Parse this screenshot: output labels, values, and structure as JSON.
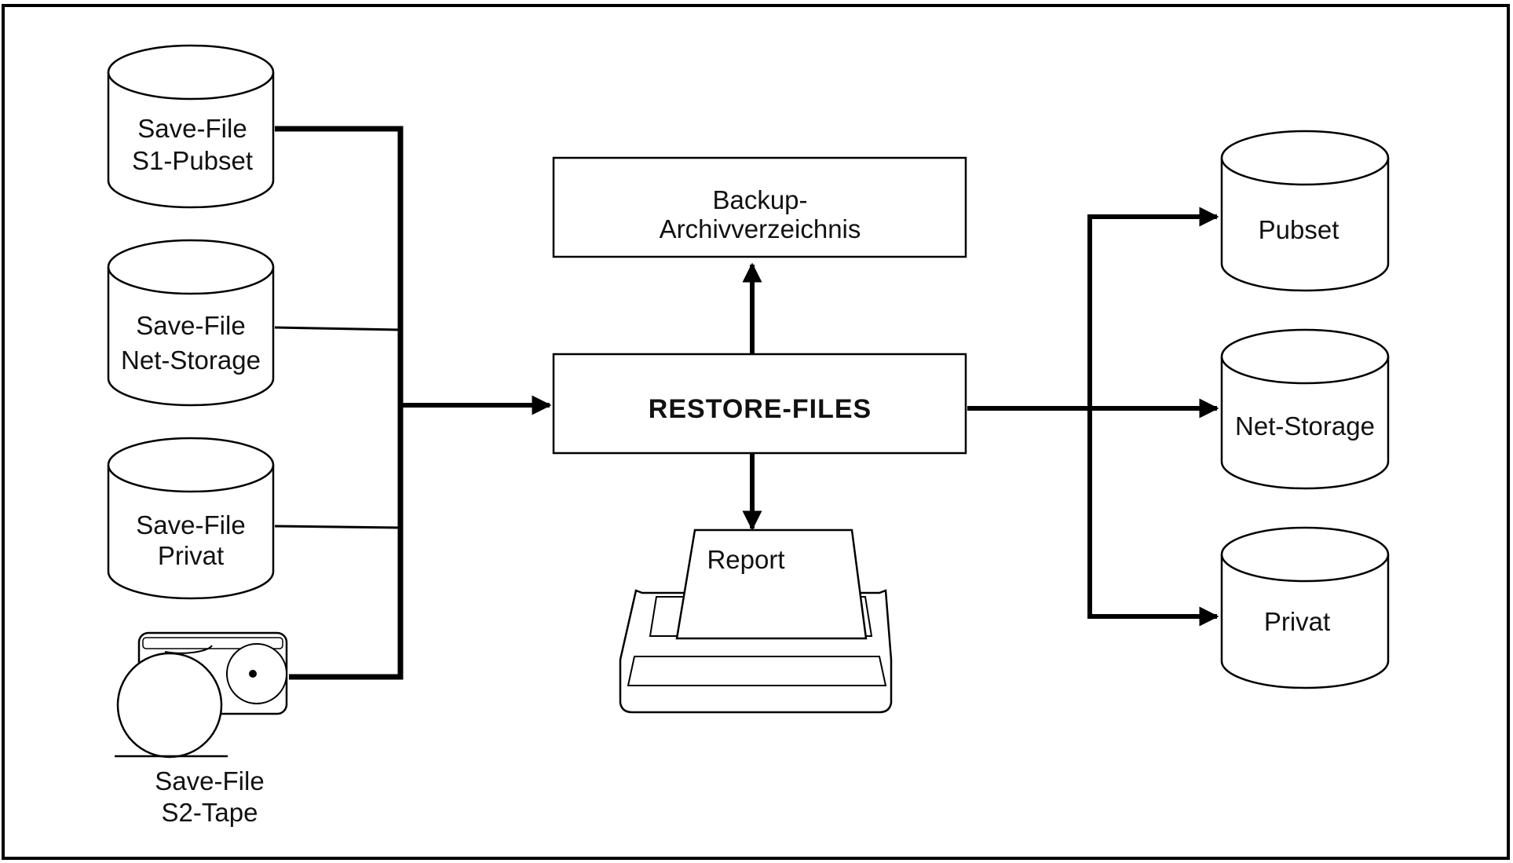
{
  "sources": {
    "s1_pubset": {
      "line1": "Save-File",
      "line2": "S1-Pubset"
    },
    "net_storage": {
      "line1": "Save-File",
      "line2": "Net-Storage"
    },
    "privat": {
      "line1": "Save-File",
      "line2": "Privat"
    },
    "s2_tape": {
      "line1": "Save-File",
      "line2": "S2-Tape"
    }
  },
  "center": {
    "archive": {
      "line1": "Backup-",
      "line2": "Archivverzeichnis"
    },
    "process": "RESTORE-FILES",
    "report": "Report"
  },
  "targets": {
    "pubset": "Pubset",
    "net_storage": "Net-Storage",
    "privat": "Privat"
  }
}
